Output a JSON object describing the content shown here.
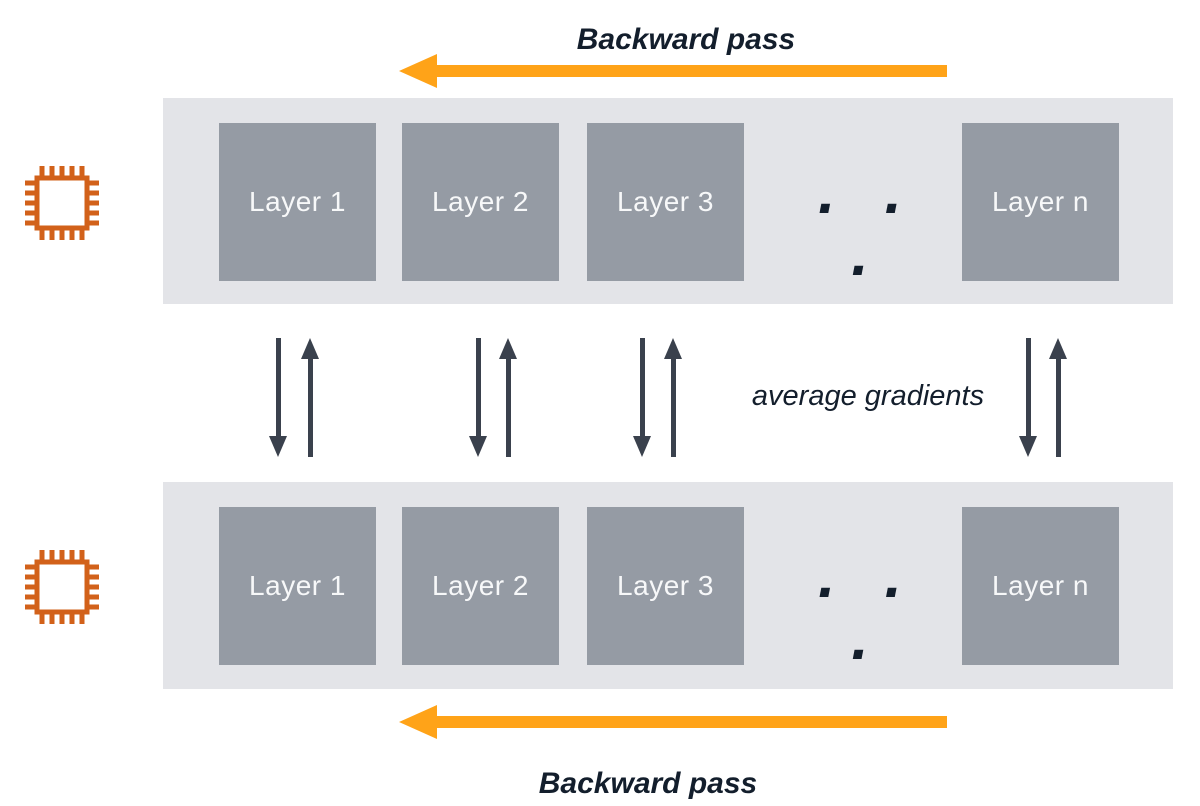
{
  "labels": {
    "backward_pass_top": "Backward pass",
    "backward_pass_bottom": "Backward pass",
    "average_gradients": "average gradients",
    "ellipsis": ". . ."
  },
  "devices": [
    {
      "id": "device-1",
      "layers": [
        "Layer 1",
        "Layer 2",
        "Layer 3",
        "Layer n"
      ]
    },
    {
      "id": "device-2",
      "layers": [
        "Layer 1",
        "Layer 2",
        "Layer 3",
        "Layer n"
      ]
    }
  ],
  "icons": {
    "device_icon": "cpu-chip-icon",
    "backward_arrow_icon": "left-arrow-icon",
    "gradient_sync_icons": [
      "down-arrow-icon",
      "up-arrow-icon"
    ]
  },
  "colors": {
    "band_background": "#e3e4e8",
    "layer_box": "#959ba4",
    "layer_label": "#f7f8f9",
    "orange_arrow": "#ffa318",
    "chip_outline": "#d2611a",
    "sync_arrow": "#3a414d",
    "dark_text": "#131e2c",
    "page_background": "#ffffff"
  }
}
